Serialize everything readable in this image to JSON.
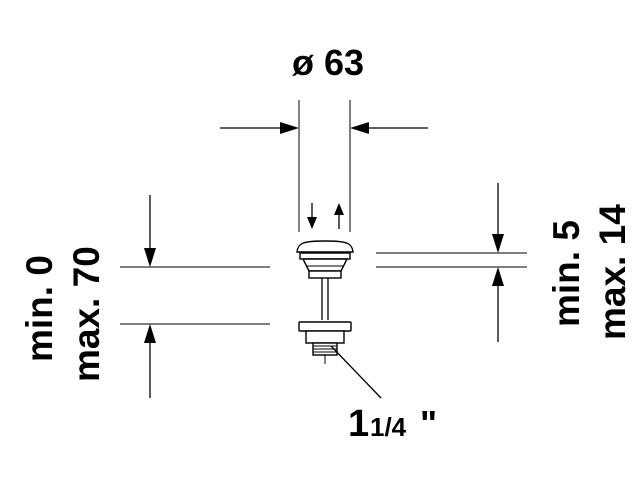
{
  "diagram": {
    "diameter_label": "ø 63",
    "left_dimension": {
      "min_label": "min. 0",
      "max_label": "max. 70"
    },
    "right_dimension": {
      "min_label": "min. 5",
      "max_label": "max. 14"
    },
    "thread_label": {
      "whole": "1",
      "fraction": "1/4",
      "unit": "\""
    }
  },
  "colors": {
    "ink": "#000000",
    "background": "#ffffff"
  }
}
